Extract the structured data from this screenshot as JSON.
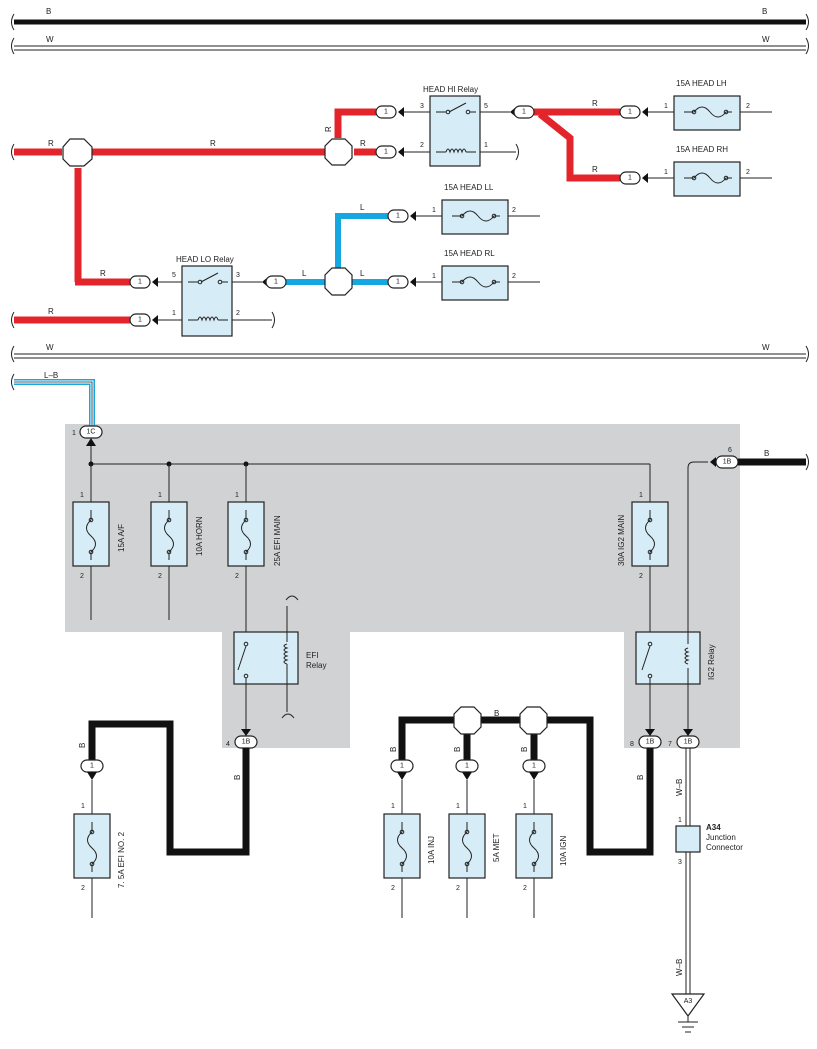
{
  "wires": {
    "b_top": "B",
    "w_top": "W",
    "w_mid": "W",
    "r": "R",
    "l": "L",
    "lb": "L–B",
    "b": "B",
    "wb": "W–B"
  },
  "relays": {
    "head_hi": "HEAD HI Relay",
    "head_lo": "HEAD LO Relay",
    "efi_line1": "EFI",
    "efi_line2": "Relay",
    "ig2": "IG2 Relay"
  },
  "fuses": {
    "head_lh": "15A HEAD LH",
    "head_rh": "15A HEAD RH",
    "head_ll": "15A HEAD LL",
    "head_rl": "15A HEAD RL",
    "af": "15A A/F",
    "horn": "10A HORN",
    "efi_main": "25A EFI MAIN",
    "ig2_main": "30A IG2 MAIN",
    "efi_no2": "7. 5A EFI NO. 2",
    "inj": "10A INJ",
    "met": "5A MET",
    "ign": "10A IGN"
  },
  "connectors": {
    "c1": "1",
    "c1c": "1C",
    "c1b": "1B"
  },
  "pins": {
    "p1": "1",
    "p2": "2",
    "p3": "3",
    "p4": "4",
    "p5": "5",
    "p6": "6",
    "p7": "7",
    "p8": "8"
  },
  "junction": {
    "code": "A34",
    "line1": "Junction",
    "line2": "Connector"
  },
  "ground": {
    "code": "A3"
  }
}
